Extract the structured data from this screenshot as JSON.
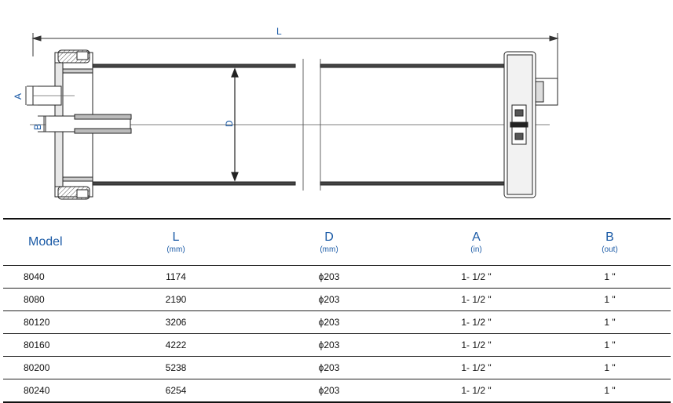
{
  "drawing": {
    "labels": {
      "L": "L",
      "A": "A",
      "B": "B",
      "D": "D"
    }
  },
  "table": {
    "columns": [
      {
        "label": "Model",
        "unit": ""
      },
      {
        "label": "L",
        "unit": "(mm)"
      },
      {
        "label": "D",
        "unit": "(mm)"
      },
      {
        "label": "A",
        "unit": "(in)"
      },
      {
        "label": "B",
        "unit": "(out)"
      }
    ],
    "rows": [
      [
        "8040",
        "1174",
        "ϕ203",
        "1- 1/2 \"",
        "1 \""
      ],
      [
        "8080",
        "2190",
        "ϕ203",
        "1- 1/2 \"",
        "1 \""
      ],
      [
        "80120",
        "3206",
        "ϕ203",
        "1- 1/2 \"",
        "1 \""
      ],
      [
        "80160",
        "4222",
        "ϕ203",
        "1- 1/2 \"",
        "1 \""
      ],
      [
        "80200",
        "5238",
        "ϕ203",
        "1- 1/2 \"",
        "1 \""
      ],
      [
        "80240",
        "6254",
        "ϕ203",
        "1- 1/2 \"",
        "1 \""
      ]
    ]
  },
  "colors": {
    "label_blue": "#1a5aa6",
    "line": "#111111"
  }
}
